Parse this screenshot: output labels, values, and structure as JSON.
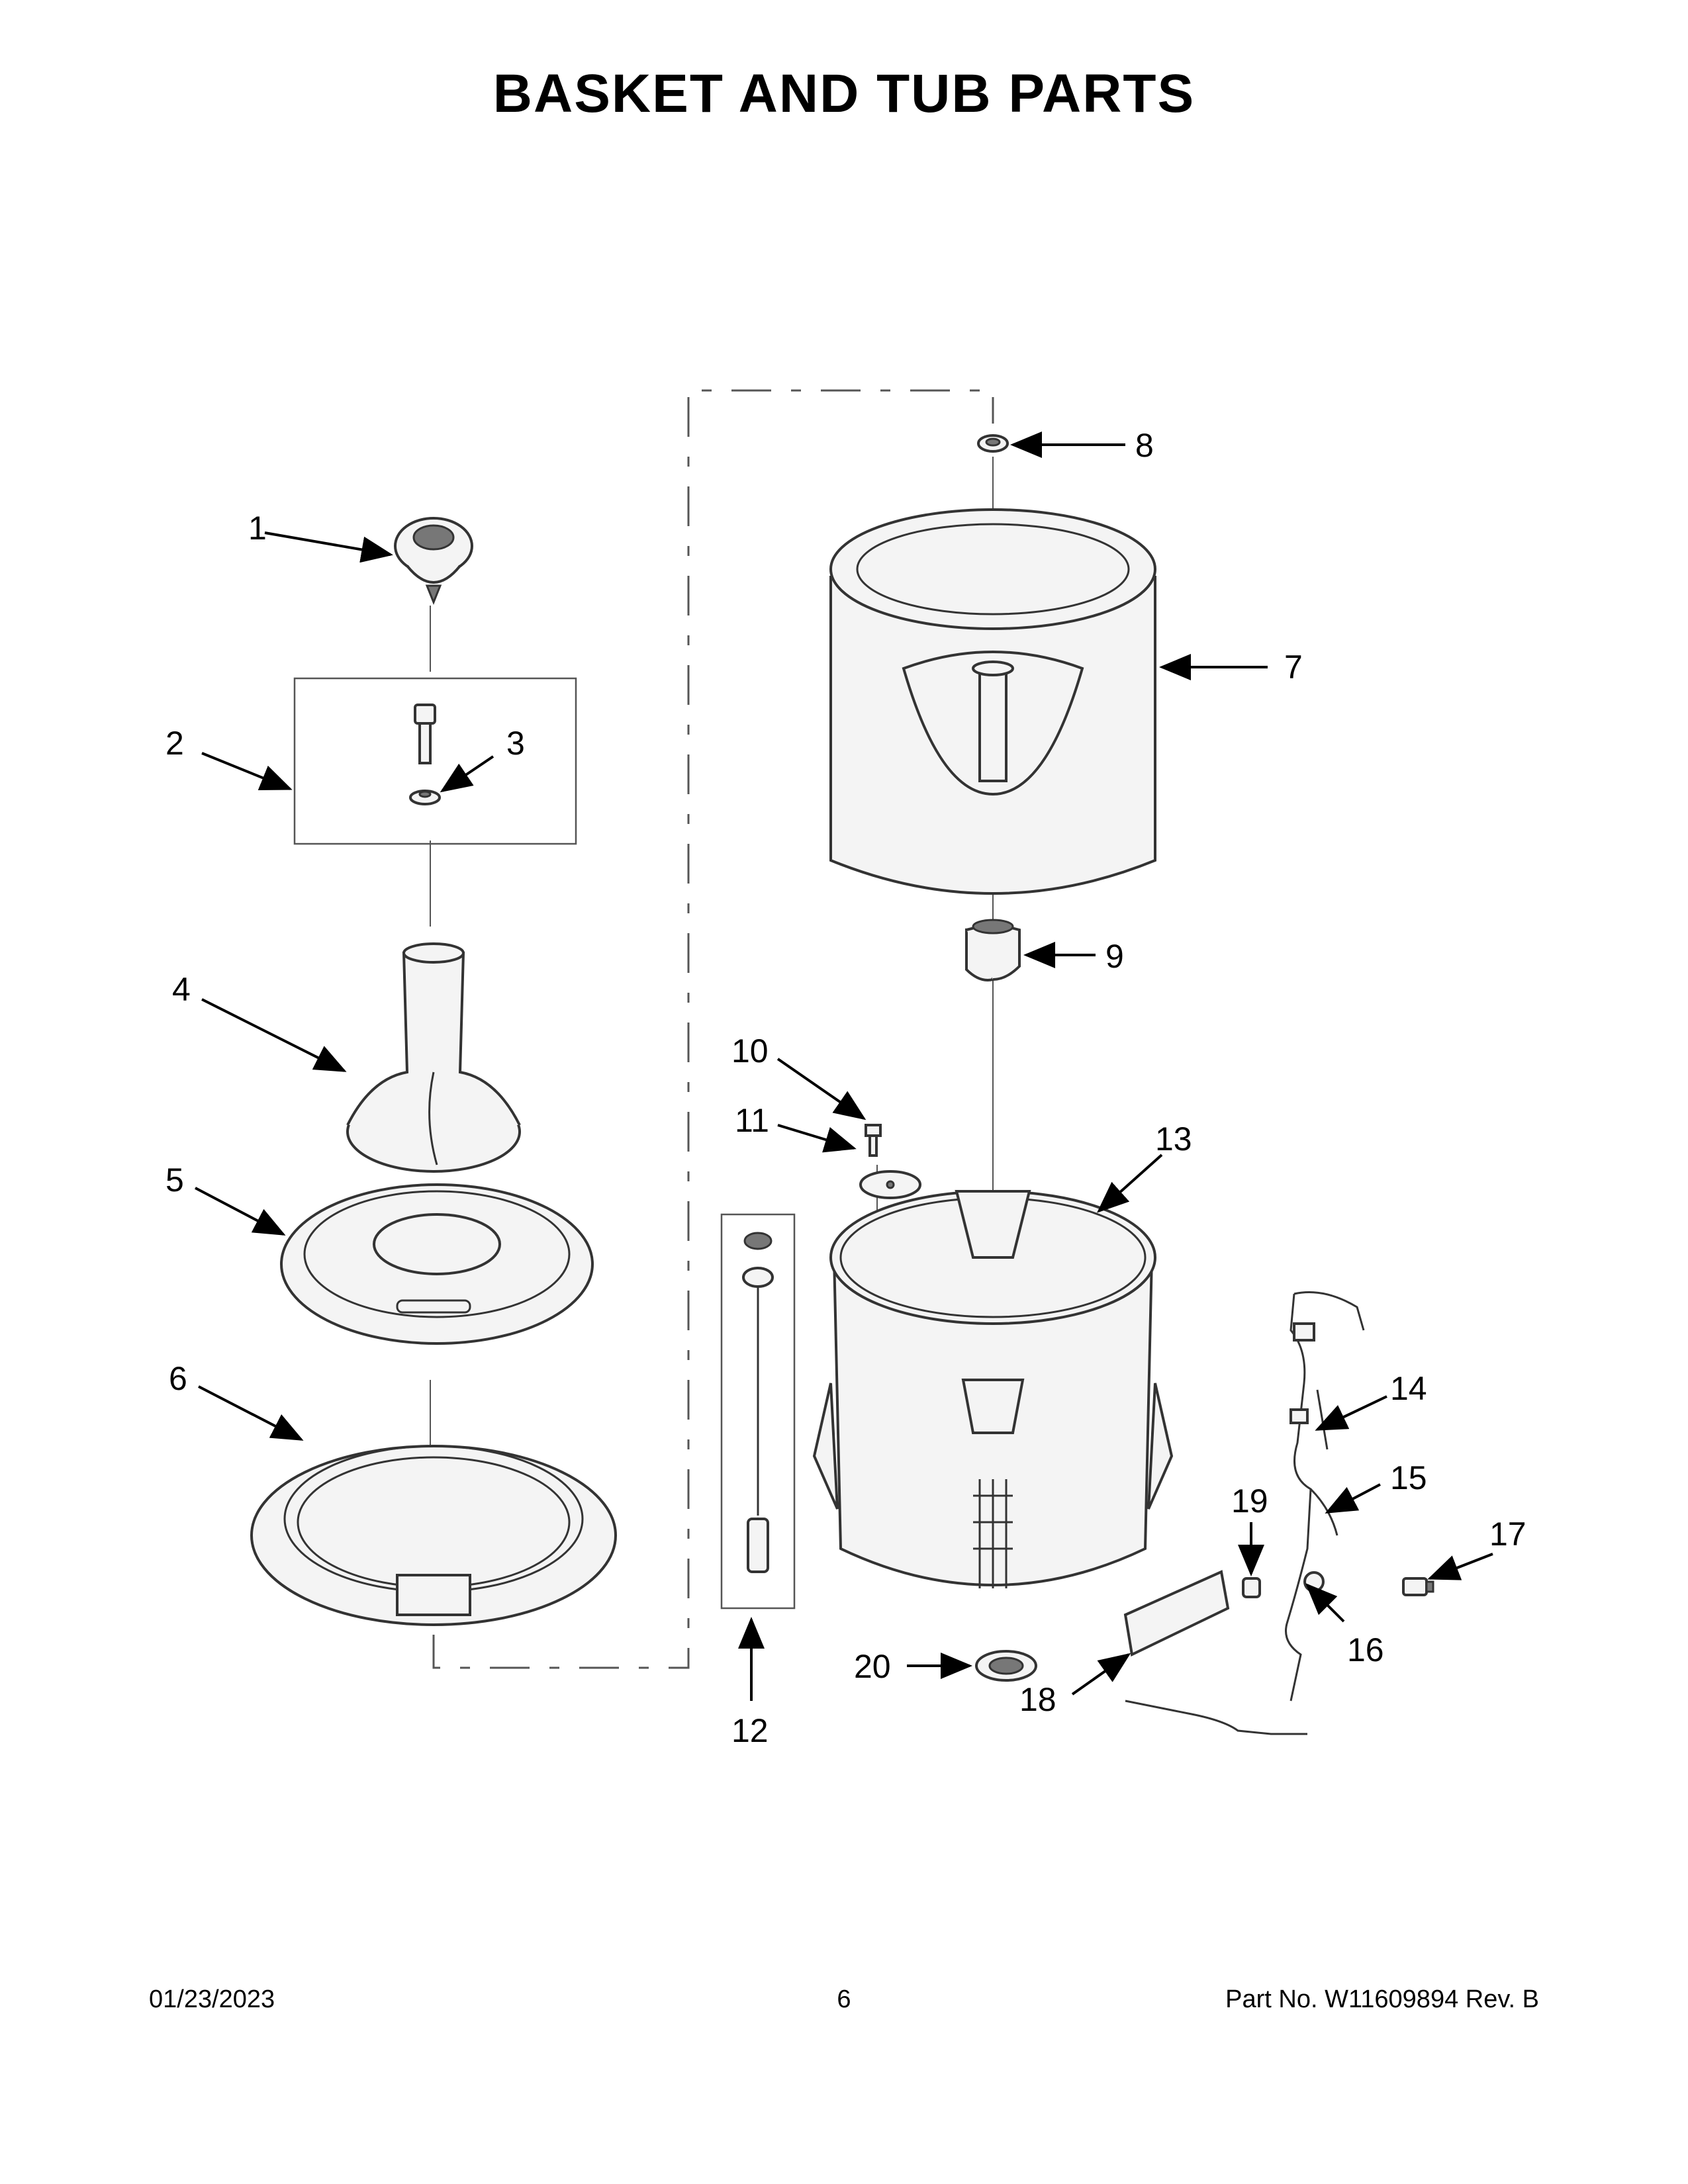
{
  "page": {
    "title": "BASKET AND TUB PARTS",
    "footer": {
      "date": "01/23/2023",
      "page_number": "6",
      "part_number": "Part No.  W11609894  Rev.  B"
    }
  },
  "callouts": [
    "1",
    "2",
    "3",
    "4",
    "5",
    "6",
    "7",
    "8",
    "9",
    "10",
    "11",
    "12",
    "13",
    "14",
    "15",
    "16",
    "17",
    "18",
    "19",
    "20"
  ]
}
